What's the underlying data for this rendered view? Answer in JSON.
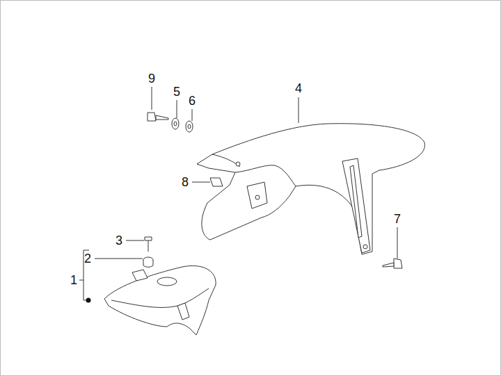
{
  "diagram": {
    "labels": [
      "9",
      "5",
      "6",
      "4",
      "8",
      "7",
      "3",
      "2",
      "1"
    ]
  }
}
